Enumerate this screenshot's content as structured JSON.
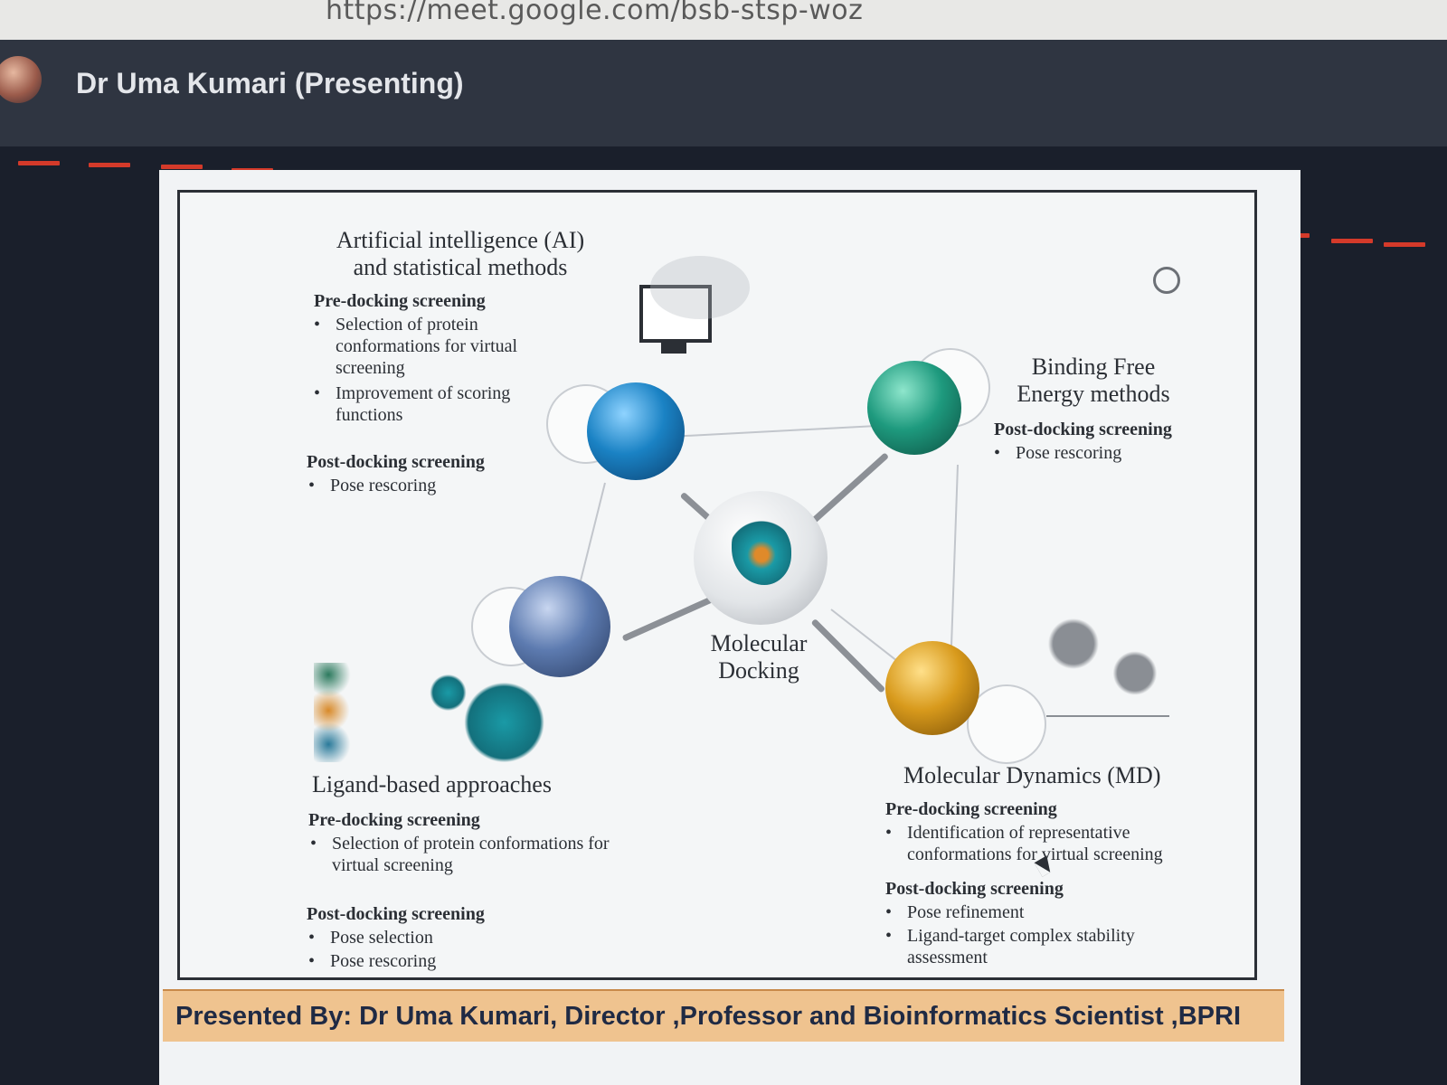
{
  "browser": {
    "url": "https://meet.google.com/bsb-stsp-woz"
  },
  "meeting": {
    "presenter_name": "Dr Uma Kumari (Presenting)"
  },
  "slide": {
    "ai": {
      "title_line1": "Artificial intelligence (AI)",
      "title_line2": "and statistical methods",
      "pre_heading": "Pre-docking screening",
      "pre_items": [
        "Selection of protein conformations for virtual screening",
        "Improvement of scoring functions"
      ],
      "post_heading": "Post-docking screening",
      "post_items": [
        "Pose rescoring"
      ]
    },
    "bfe": {
      "title_line1": "Binding Free",
      "title_line2": "Energy methods",
      "post_heading": "Post-docking screening",
      "post_items": [
        "Pose rescoring"
      ]
    },
    "center": {
      "line1": "Molecular",
      "line2": "Docking"
    },
    "ligand": {
      "title": "Ligand-based approaches",
      "pre_heading": "Pre-docking screening",
      "pre_items": [
        "Selection of protein conformations for virtual screening"
      ],
      "post_heading": "Post-docking screening",
      "post_items": [
        "Pose selection",
        "Pose rescoring"
      ]
    },
    "md": {
      "title": "Molecular Dynamics (MD)",
      "pre_heading": "Pre-docking screening",
      "pre_items": [
        "Identification of representative conformations for virtual screening"
      ],
      "post_heading": "Post-docking screening",
      "post_items": [
        "Pose refinement",
        "Ligand-target complex stability assessment"
      ]
    },
    "colors": {
      "ai_sphere": "#1a82c4",
      "bfe_sphere": "#1e9a7e",
      "ligand_sphere": "#5d7bb0",
      "md_sphere": "#d89a1c",
      "annotation_dash": "#d43a2a"
    }
  },
  "footer": {
    "text": "Presented By: Dr Uma Kumari, Director ,Professor and Bioinformatics Scientist ,BPRI"
  }
}
